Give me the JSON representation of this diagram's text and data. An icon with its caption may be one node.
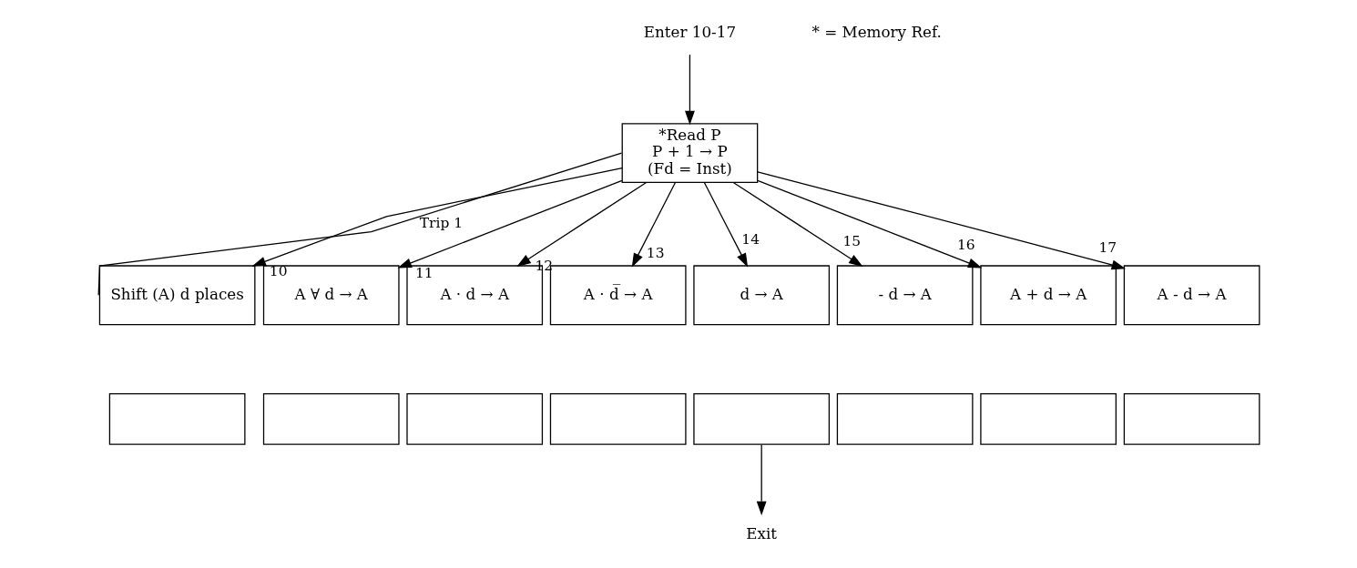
{
  "diagram": {
    "nodes": [
      {
        "text": [
          "Enter 10-17"
        ]
      },
      {
        "text": [
          "*Read P",
          "P + 1 → P",
          "(Fd = Inst)"
        ]
      },
      {
        "text": [
          "Shift (A) d places"
        ]
      },
      {
        "text": [
          "A ∀ d → A"
        ]
      },
      {
        "text": [
          "A · d → A"
        ]
      },
      {
        "text": [
          "A · d̅ → A"
        ]
      },
      {
        "text": [
          "d → A"
        ]
      },
      {
        "text": [
          "- d → A"
        ]
      },
      {
        "text": [
          "A + d → A"
        ]
      },
      {
        "text": [
          "A - d → A"
        ]
      },
      {
        "text": [],
        "shape": "box"
      },
      {
        "text": [],
        "shape": "box"
      },
      {
        "text": [],
        "shape": "box"
      },
      {
        "text": [],
        "shape": "box"
      },
      {
        "text": [],
        "shape": "box"
      },
      {
        "text": [],
        "shape": "box"
      },
      {
        "text": [],
        "shape": "box"
      },
      {
        "text": [],
        "shape": "box"
      },
      {
        "text": [
          "Exit"
        ]
      }
    ],
    "edges": [
      {
        "from": 0,
        "to": 1,
        "arrow": "to"
      },
      {
        "from": 1,
        "to": 2,
        "arrow": "to",
        "label": "10"
      },
      {
        "from": 1,
        "to": 3,
        "arrow": "to",
        "label": "11"
      },
      {
        "from": 1,
        "to": 4,
        "arrow": "to",
        "label": "12"
      },
      {
        "from": 1,
        "to": 5,
        "arrow": "to",
        "label": "13"
      },
      {
        "from": 1,
        "to": 6,
        "arrow": "to",
        "label": "14"
      },
      {
        "from": 1,
        "to": 7,
        "arrow": "to",
        "label": "15"
      },
      {
        "from": 1,
        "to": 8,
        "arrow": "to",
        "label": "16"
      },
      {
        "from": 1,
        "to": 9,
        "arrow": "to",
        "label": "17"
      },
      {
        "from": 1,
        "to": 2,
        "arrow": "none",
        "label": "Trip 1"
      },
      {
        "from": 14,
        "to": 18,
        "arrow": "to"
      }
    ],
    "labels": [
      "* = Memory Ref."
    ]
  }
}
